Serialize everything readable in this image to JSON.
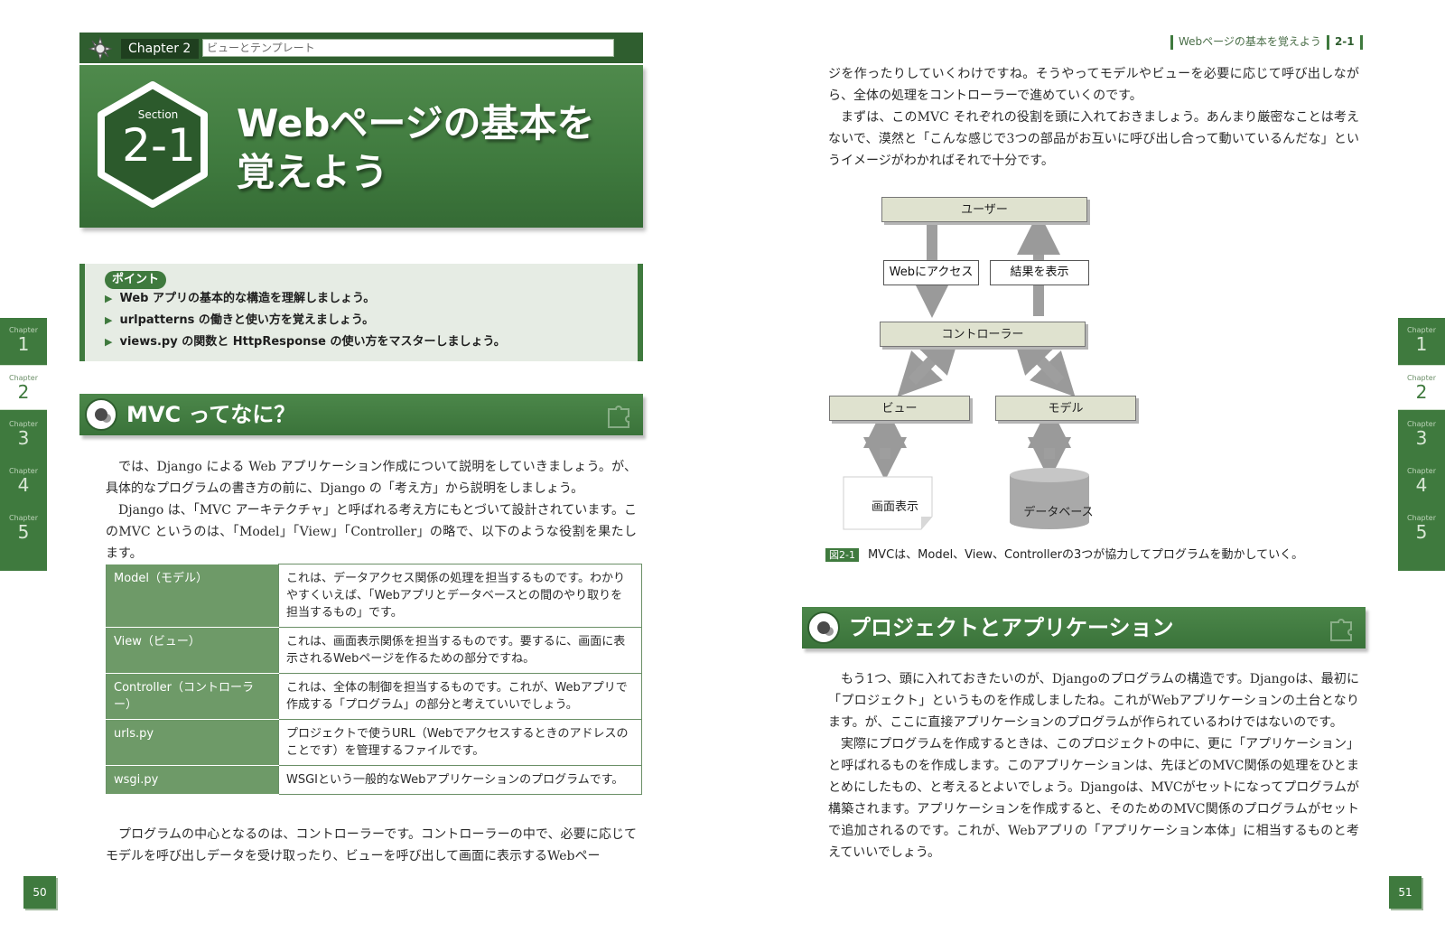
{
  "left_page": {
    "chapter": {
      "label": "Chapter 2",
      "title": "ビューとテンプレート"
    },
    "section": {
      "word": "Section",
      "number": "2-1",
      "title_line1": "Webページの基本を",
      "title_line2": "覚えよう"
    },
    "point": {
      "badge": "ポイント",
      "items": [
        "Web アプリの基本的な構造を理解しましょう。",
        "urlpatterns の働きと使い方を覚えましょう。",
        "views.py の関数と HttpResponse の使い方をマスターしましょう。"
      ]
    },
    "heading": "MVC ってなに？",
    "paragraphs": [
      "では、Django による Web アプリケーション作成について説明をしていきましょう。が、具体的なプログラムの書き方の前に、Django の「考え方」から説明をしましょう。",
      "Django は、「MVC アーキテクチャ」と呼ばれる考え方にもとづいて設計されています。このMVC というのは、「Model」「View」「Controller」の略で、以下のような役割を果たします。"
    ],
    "table": [
      {
        "key": "Model（モデル）",
        "value": "これは、データアクセス関係の処理を担当するものです。わかりやすくいえば、「Webアプリとデータベースとの間のやり取りを担当するもの」です。"
      },
      {
        "key": "View（ビュー）",
        "value": "これは、画面表示関係を担当するものです。要するに、画面に表示されるWebページを作るための部分ですね。"
      },
      {
        "key": "Controller（コントローラー）",
        "value": "これは、全体の制御を担当するものです。これが、Webアプリで作成する「プログラム」の部分と考えていいでしょう。"
      },
      {
        "key": "urls.py",
        "value": "プロジェクトで使うURL（Webでアクセスするときのアドレスのことです）を管理するファイルです。"
      },
      {
        "key": "wsgi.py",
        "value": "WSGIという一般的なWebアプリケーションのプログラムです。"
      }
    ],
    "closing_paragraph": "プログラムの中心となるのは、コントローラーです。コントローラーの中で、必要に応じてモデルを呼び出しデータを受け取ったり、ビューを呼び出して画面に表示するWebペー",
    "page_number": "50"
  },
  "right_page": {
    "running_head": {
      "text": "Webページの基本を覚えよう",
      "section": "2-1"
    },
    "intro_paragraphs": [
      "ジを作ったりしていくわけですね。そうやってモデルやビューを必要に応じて呼び出しながら、全体の処理をコントローラーで進めていくのです。",
      "まずは、このMVC それぞれの役割を頭に入れておきましょう。あんまり厳密なことは考えないで、漠然と「こんな感じで3つの部品がお互いに呼び出し合って動いているんだな」というイメージがわかればそれで十分です。"
    ],
    "diagram": {
      "user": "ユーザー",
      "access": "Webにアクセス",
      "result": "結果を表示",
      "controller": "コントローラー",
      "view": "ビュー",
      "model": "モデル",
      "screen": "画面表示",
      "database": "データベース"
    },
    "figure": {
      "tag": "図2-1",
      "caption": "MVCは、Model、View、Controllerの3つが協力してプログラムを動かしていく。"
    },
    "heading": "プロジェクトとアプリケーション",
    "paragraphs": [
      "もう1つ、頭に入れておきたいのが、Djangoのプログラムの構造です。Djangoは、最初に「プロジェクト」というものを作成しましたね。これがWebアプリケーションの土台となります。が、ここに直接アプリケーションのプログラムが作られているわけではないのです。",
      "実際にプログラムを作成するときは、このプロジェクトの中に、更に「アプリケーション」と呼ばれるものを作成します。このアプリケーションは、先ほどのMVC関係の処理をひとまとめにしたもの、と考えるとよいでしょう。Djangoは、MVCがセットになってプログラムが構築されます。アプリケーションを作成すると、そのためのMVC関係のプログラムがセットで追加されるのです。これが、Webアプリの「アプリケーション本体」に相当するものと考えていいでしょう。"
    ],
    "page_number": "51"
  },
  "side_tabs": {
    "label": "Chapter",
    "numbers": [
      "1",
      "2",
      "3",
      "4",
      "5"
    ],
    "active": "2"
  },
  "colors": {
    "accent": "#3f7a3e",
    "dark_accent": "#2f5e2f",
    "table_key": "#6e9a68",
    "point_bg": "#e6ece4"
  },
  "icons": [
    "gear-icon",
    "hexagon-section-icon",
    "ball-icon",
    "puzzle-icon",
    "arrow-icon"
  ]
}
